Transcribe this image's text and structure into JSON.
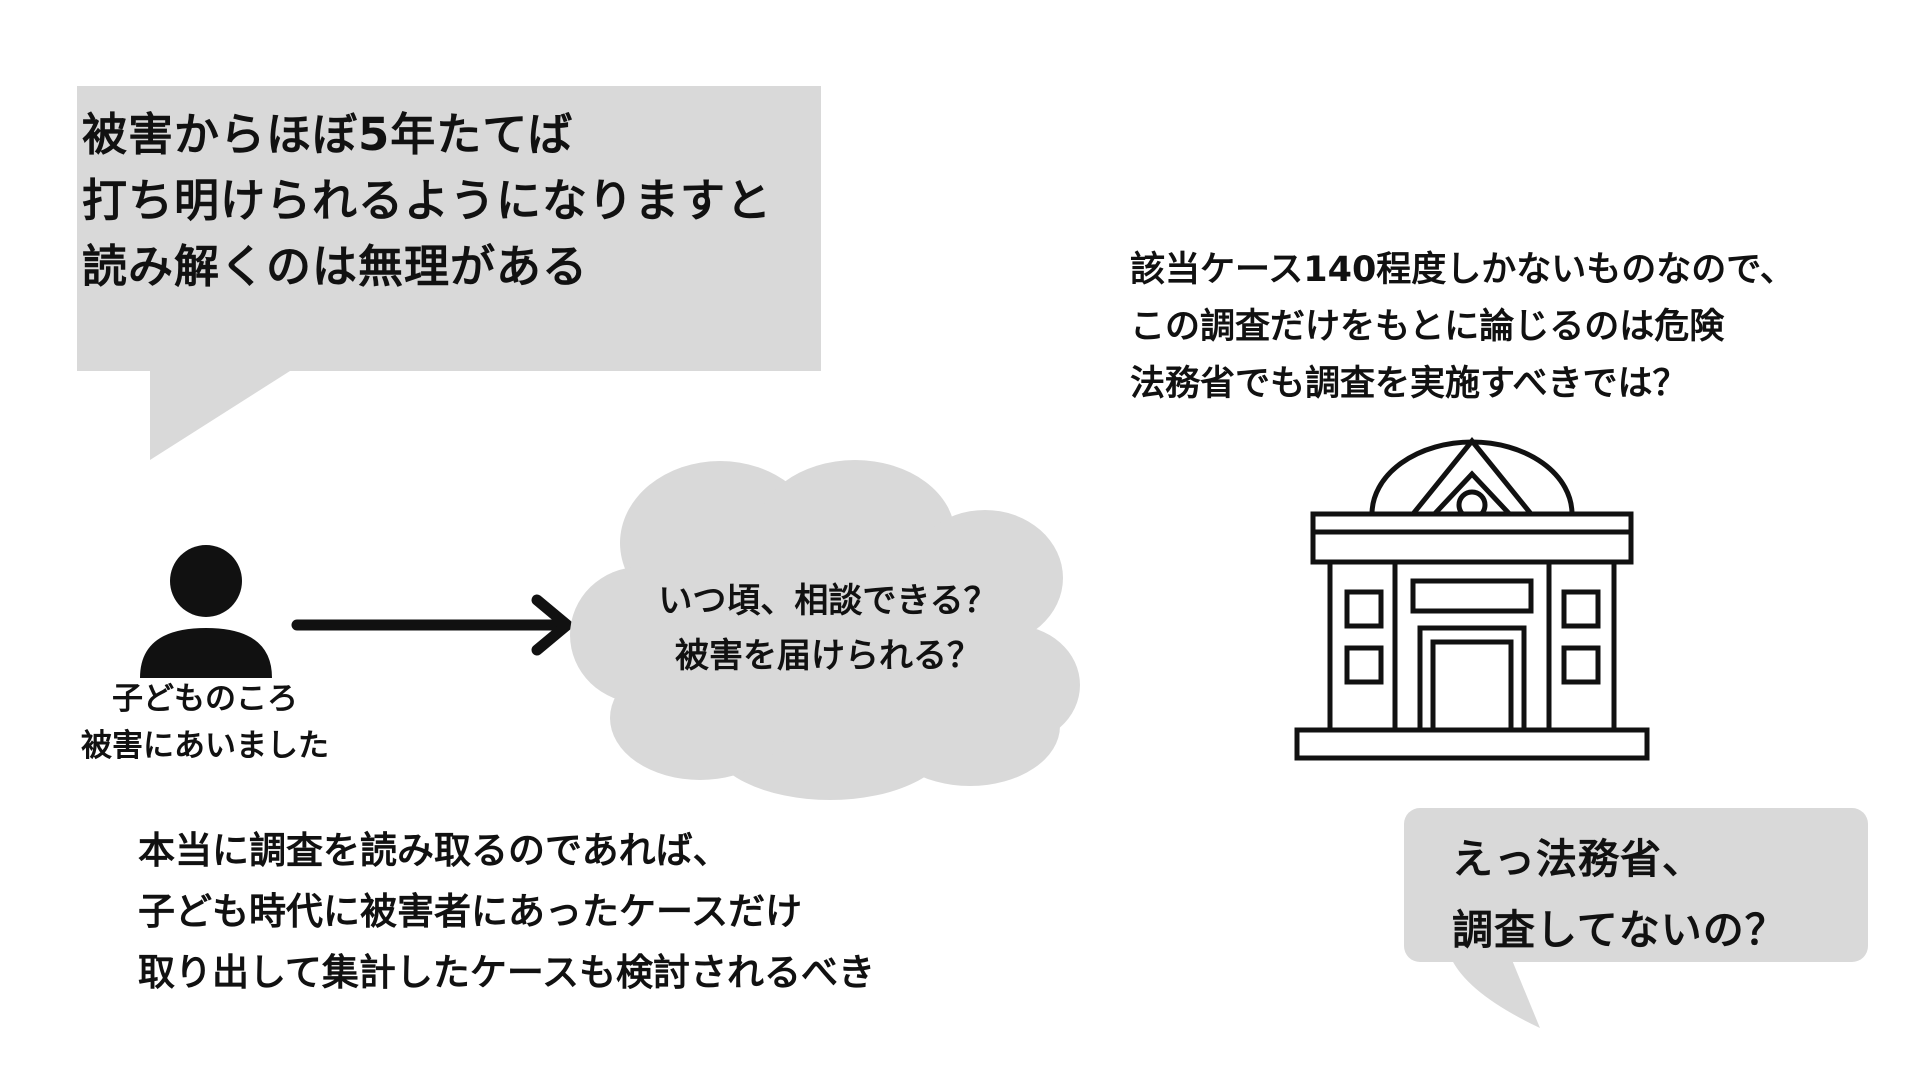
{
  "colors": {
    "background": "#ffffff",
    "bubble_gray": "#d9d9d9",
    "ink": "#111111"
  },
  "speech_top": {
    "lines": [
      "被害からほぼ5年たてば",
      "打ち明けられるようになりますと",
      "読み解くのは無理がある"
    ]
  },
  "person": {
    "icon": "person-icon",
    "label_lines": [
      "子どものころ",
      "被害にあいました"
    ]
  },
  "arrow": {
    "icon": "arrow-right-icon"
  },
  "cloud": {
    "lines": [
      "いつ頃、相談できる？",
      "被害を届けられる？"
    ]
  },
  "bottom_note": {
    "lines": [
      "本当に調査を読み取るのであれば、",
      "子ども時代に被害者にあったケースだけ",
      "取り出して集計したケースも検討されるべき"
    ]
  },
  "right_note": {
    "lines": [
      "該当ケース140程度しかないものなので、",
      "この調査だけをもとに論じるのは危険",
      "法務省でも調査を実施すべきでは？"
    ]
  },
  "building": {
    "icon": "government-building-icon"
  },
  "speech_bottom_right": {
    "lines": [
      "えっ法務省、",
      "調査してないの？"
    ]
  }
}
